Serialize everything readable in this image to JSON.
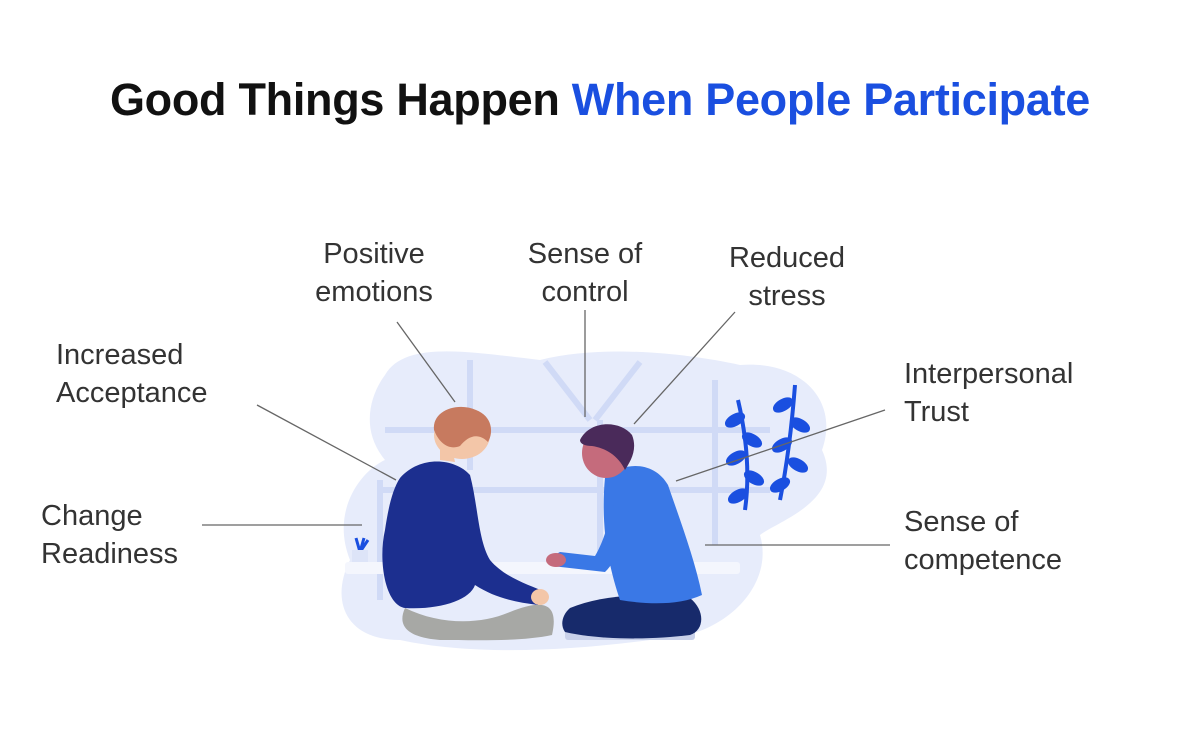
{
  "title": {
    "part1": "Good Things Happen",
    "part2": "When People Participate"
  },
  "labels": {
    "positive_emotions": [
      "Positive",
      "emotions"
    ],
    "sense_of_control": [
      "Sense of",
      "control"
    ],
    "reduced_stress": [
      "Reduced",
      "stress"
    ],
    "increased_acceptance": [
      "Increased",
      "Acceptance"
    ],
    "interpersonal_trust": [
      "Interpersonal",
      "Trust"
    ],
    "change_readiness": [
      "Change",
      "Readiness"
    ],
    "sense_of_competence": [
      "Sense of",
      "competence"
    ]
  },
  "colors": {
    "accent": "#1a4fe0",
    "text": "#333333",
    "title": "#111111",
    "leader_line": "#666666",
    "backdrop": "#e7ecfb"
  }
}
